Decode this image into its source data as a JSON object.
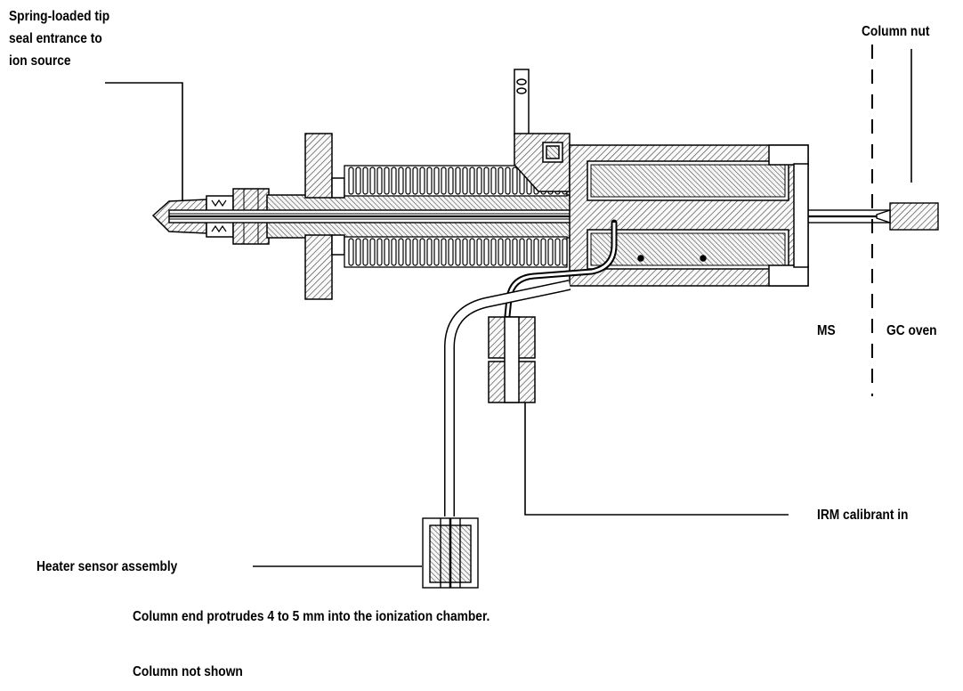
{
  "labels": {
    "spring_tip": [
      "Spring-loaded tip",
      "seal entrance to",
      "ion source"
    ],
    "column_nut": "Column nut",
    "ms": "MS",
    "gc_oven": "GC oven",
    "irm": "IRM calibrant in",
    "heater": "Heater sensor assembly",
    "protrude_note": "Column end protrudes 4 to 5 mm into the ionization chamber.",
    "column_note": "Column not shown"
  },
  "colors": {
    "ink": "#000000",
    "hatch": "#555555",
    "paper": "#ffffff",
    "body_fill": "#f2f2f2"
  }
}
